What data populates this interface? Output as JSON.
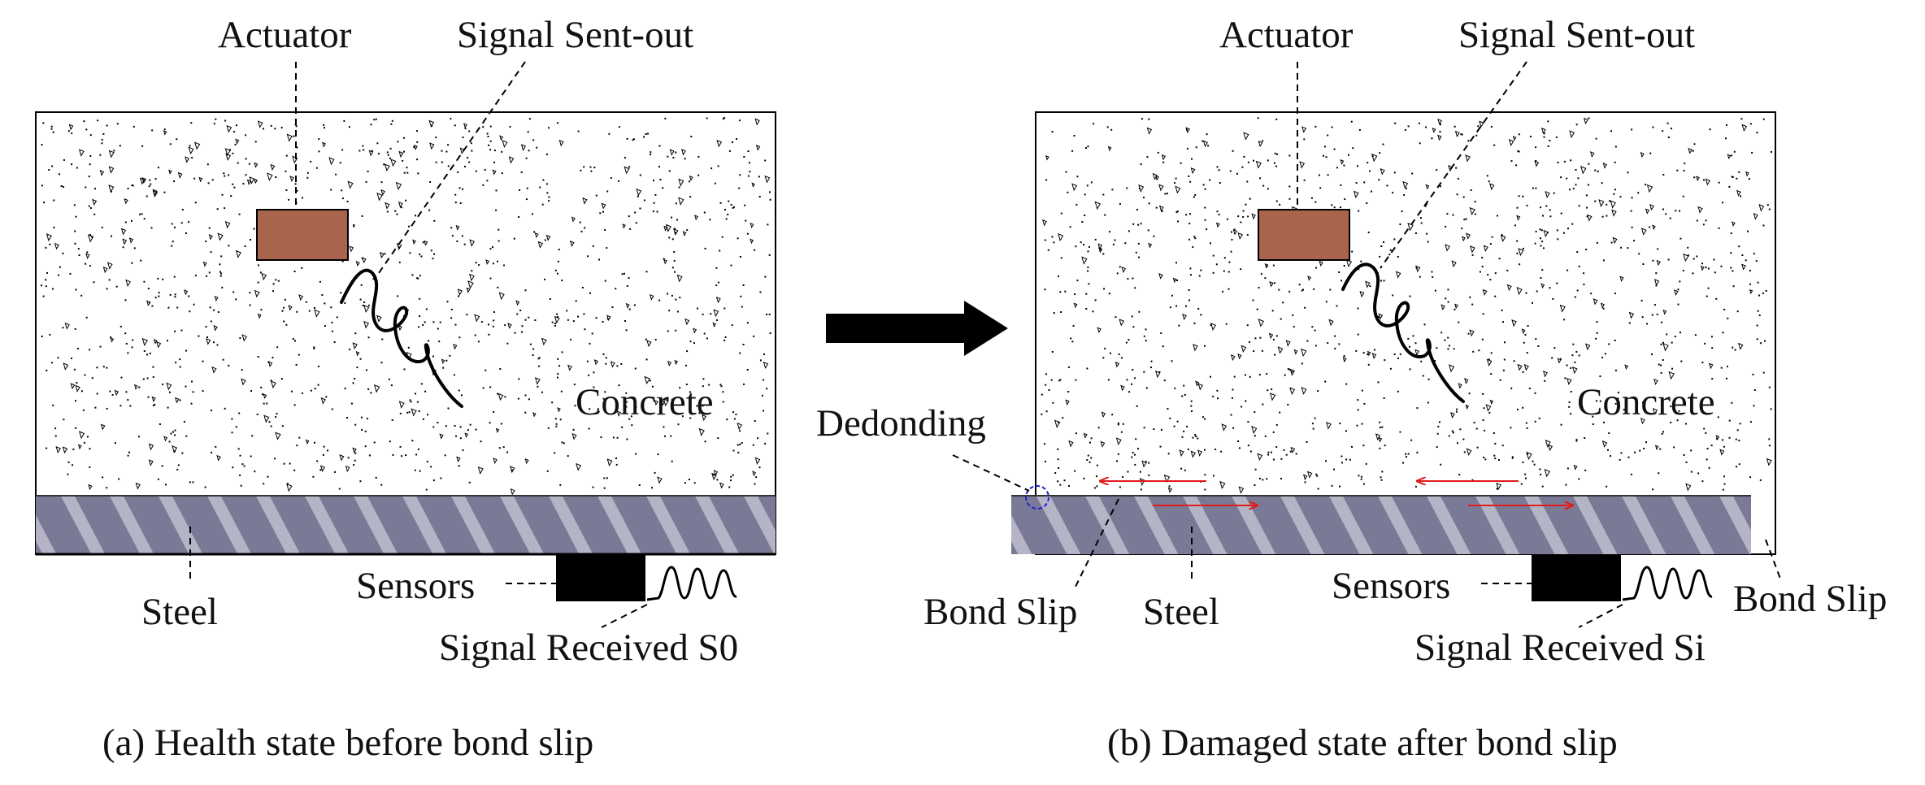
{
  "colors": {
    "actuator": "#a8644d",
    "steel": "#7a7a96",
    "rib": "#b4b4c6",
    "sensor": "#000000",
    "force_arrow": "#e31b1b",
    "debond_marker": "#2020d8",
    "concrete": "#ffffff"
  },
  "arrow_icon": "right-arrow-icon",
  "panel_a": {
    "actuator": "Actuator",
    "signal_out": "Signal Sent-out",
    "concrete": "Concrete",
    "steel": "Steel",
    "sensors": "Sensors",
    "signal_received": "Signal Received S0",
    "caption": "(a) Health state before bond slip"
  },
  "panel_b": {
    "actuator": "Actuator",
    "signal_out": "Signal Sent-out",
    "concrete": "Concrete",
    "debonding": "Dedonding",
    "bond_slip_left": "Bond Slip",
    "steel": "Steel",
    "sensors": "Sensors",
    "bond_slip_right": "Bond Slip",
    "signal_received": "Signal Received Si",
    "caption": "(b) Damaged state after bond slip"
  }
}
